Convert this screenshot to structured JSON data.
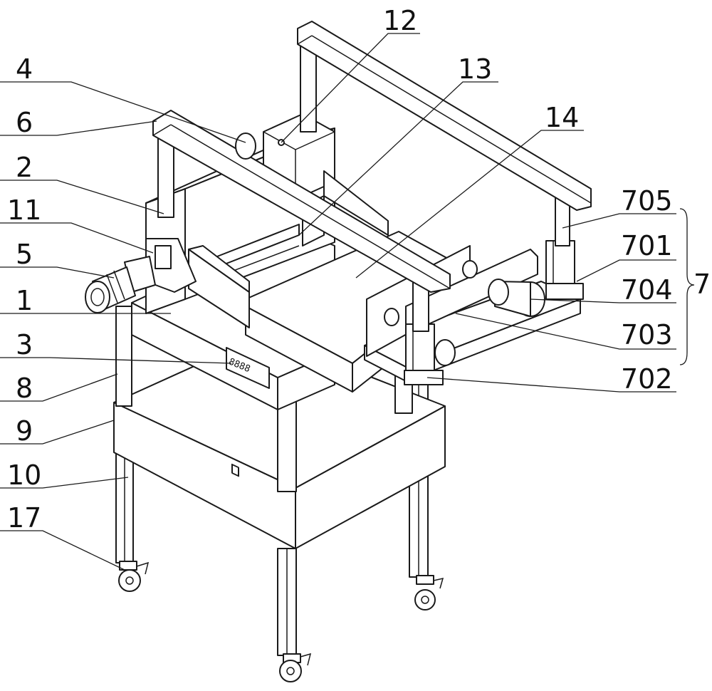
{
  "labels": {
    "l12": "12",
    "l13": "13",
    "l14": "14",
    "l4": "4",
    "l6": "6",
    "l2": "2",
    "l11": "11",
    "l5": "5",
    "l1": "1",
    "l3": "3",
    "l8": "8",
    "l9": "9",
    "l10": "10",
    "l17": "17",
    "l705": "705",
    "l701": "701",
    "l704": "704",
    "l703": "703",
    "l702": "702",
    "l7": "7"
  },
  "colors": {
    "line": "#1a1a1a",
    "background": "#ffffff"
  }
}
